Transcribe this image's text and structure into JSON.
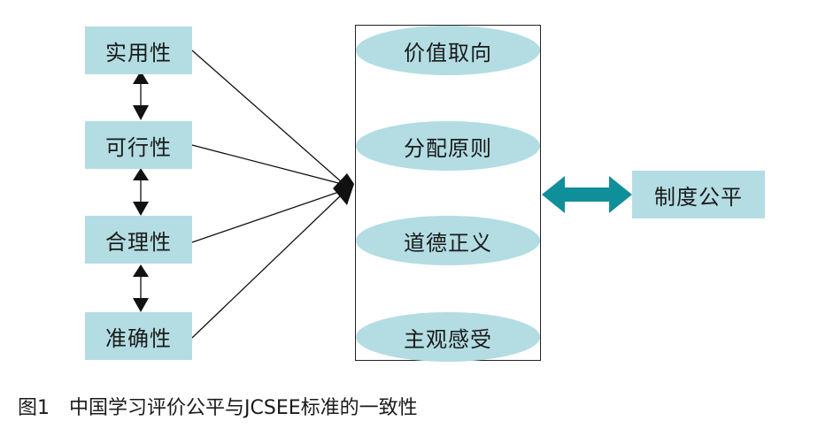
{
  "left_items": [
    "实用性",
    "可行性",
    "合理性",
    "准确性"
  ],
  "center_items": [
    "价值取向",
    "分配原则",
    "道德正义",
    "主观感受"
  ],
  "right_item": "制度公平",
  "caption": {
    "number": "图1",
    "text": "中国学习评价公平与JCSEE标准的一致性"
  },
  "colors": {
    "box_fill": "#b3dde3",
    "arrow_teal": "#0f8f9a",
    "line": "#111111"
  }
}
